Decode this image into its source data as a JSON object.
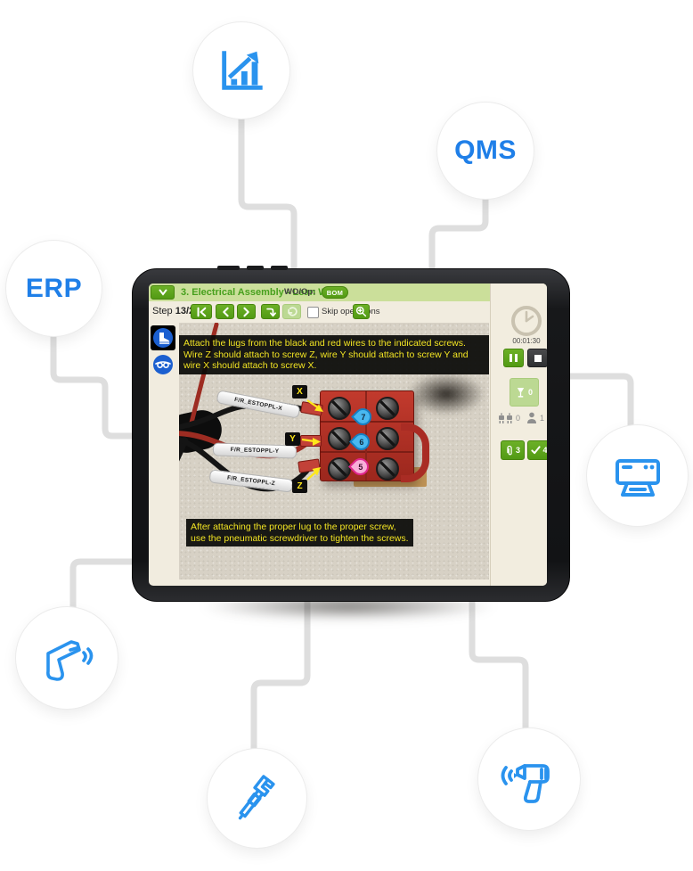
{
  "accent": {
    "green": "#5aa21b",
    "icon_blue": "#2a93ee"
  },
  "bubbles": {
    "analytics": {
      "icon": "bar-chart-growth-icon"
    },
    "qms": {
      "label": "QMS"
    },
    "erp": {
      "label": "ERP"
    },
    "printer": {
      "icon": "printer-icon"
    },
    "scanner": {
      "icon": "barcode-scanner-icon"
    },
    "measurement": {
      "icon": "caliper-icon"
    },
    "tool": {
      "icon": "power-drill-icon"
    }
  },
  "tablet": {
    "header": {
      "title": "3. Electrical Assembly - Lean WI v6",
      "wo_op_label": "WO/Op:",
      "bom_button": "BOM"
    },
    "stepbar": {
      "step_label": "Step",
      "step_value": "13/20",
      "skip_operations_label": "Skip operations"
    },
    "sidebar": {
      "timer": "00:01:30",
      "scrap_count": "0",
      "machines_count": "0",
      "operators_count": "1",
      "attachments_count": "3",
      "completions_count": "4"
    },
    "photo": {
      "instruction_top": "Attach the lugs from the black and red wires to the indicated screws. Wire Z should attach to screw Z, wire Y should attach to screw Y and wire X should attach to screw X.",
      "instruction_bottom": "After attaching the proper lug to the proper screw,\nuse the pneumatic screwdriver to tighten the screws.",
      "wire_labels": [
        "F/R_ESTOPPL-X",
        "F/R_ESTOPPL-Y",
        "F/R_ESTOPPL-Z"
      ],
      "screw_labels": [
        "X",
        "Y",
        "Z"
      ],
      "pin_badges": [
        "7",
        "6",
        "5"
      ]
    }
  }
}
